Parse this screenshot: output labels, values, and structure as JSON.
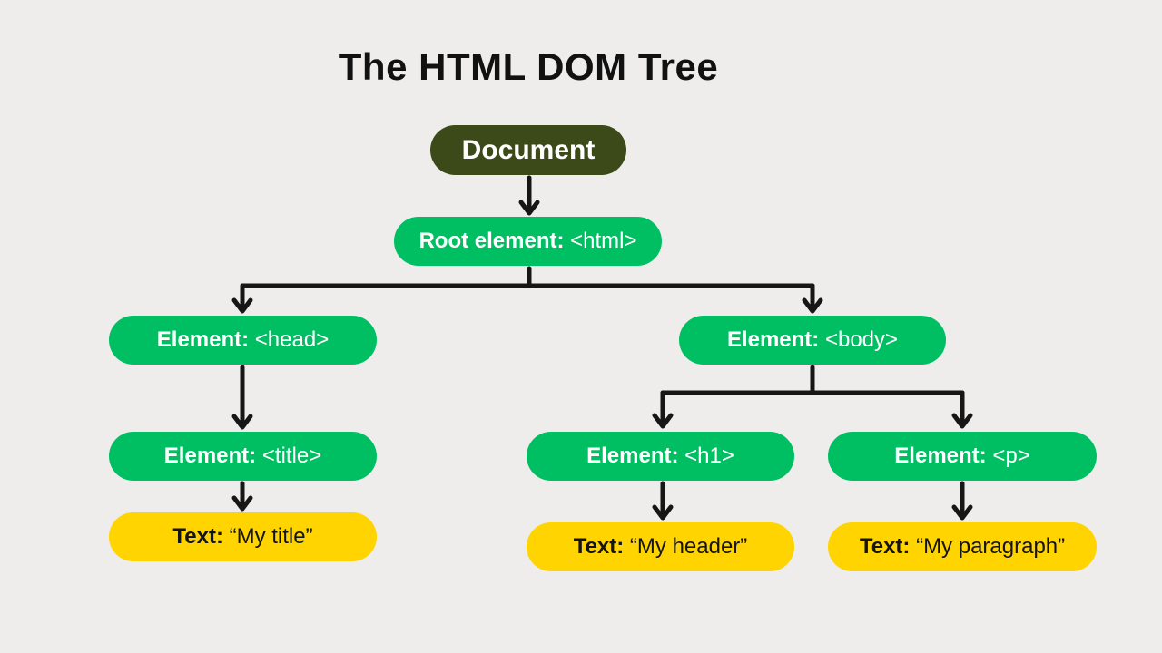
{
  "title": "The HTML DOM Tree",
  "colors": {
    "background": "#EEEDEB",
    "node_dark": "#3B4A18",
    "node_green": "#00BF63",
    "node_yellow": "#FFD400",
    "line": "#161616",
    "text_on_green": "#FFFFFF",
    "text_on_yellow": "#141414",
    "title_text": "#111111"
  },
  "nodes": {
    "document": {
      "bold": "Document",
      "rest": ""
    },
    "root": {
      "bold": "Root element:",
      "rest": " <html>"
    },
    "head": {
      "bold": "Element:",
      "rest": " <head>"
    },
    "body": {
      "bold": "Element:",
      "rest": " <body>"
    },
    "title_el": {
      "bold": "Element:",
      "rest": " <title>"
    },
    "h1": {
      "bold": "Element:",
      "rest": " <h1>"
    },
    "p": {
      "bold": "Element:",
      "rest": " <p>"
    },
    "text_title": {
      "bold": "Text:",
      "rest": " “My title”"
    },
    "text_header": {
      "bold": "Text:",
      "rest": " “My header”"
    },
    "text_paragraph": {
      "bold": "Text:",
      "rest": " “My paragraph”"
    }
  }
}
